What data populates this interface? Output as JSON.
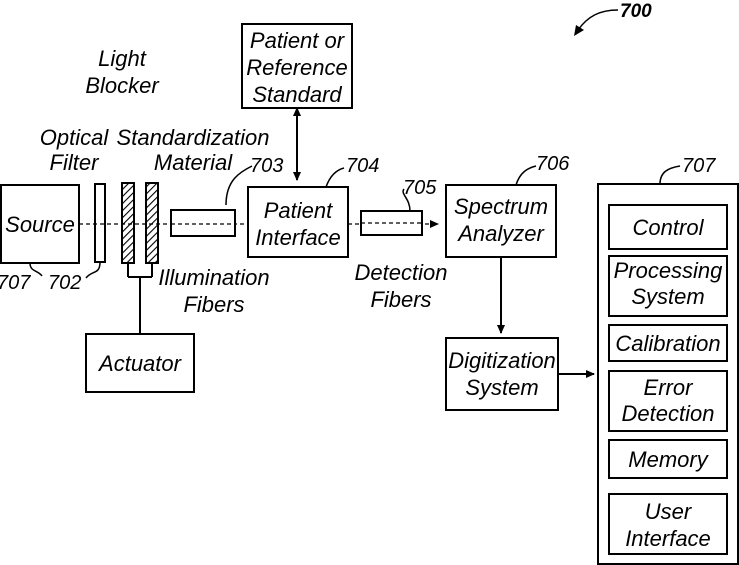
{
  "figure_ref": "700",
  "blocks": {
    "source": {
      "label": "Source",
      "ref": "707"
    },
    "optical_filter": {
      "label_lines": [
        "Optical",
        "Filter"
      ],
      "ref": "702"
    },
    "light_blocker": {
      "label_lines": [
        "Light",
        "Blocker"
      ]
    },
    "standardization_material": {
      "label_lines": [
        "Standardization",
        "Material"
      ],
      "ref": "703"
    },
    "patient_reference": {
      "label_lines": [
        "Patient or",
        "Reference",
        "Standard"
      ]
    },
    "patient_interface": {
      "label_lines": [
        "Patient",
        "Interface"
      ],
      "ref": "704"
    },
    "detection_fibers": {
      "label_lines": [
        "Detection",
        "Fibers"
      ],
      "ref": "705"
    },
    "illumination_fibers": {
      "label_lines": [
        "Illumination",
        "Fibers"
      ]
    },
    "spectrum_analyzer": {
      "label_lines": [
        "Spectrum",
        "Analyzer"
      ],
      "ref": "706"
    },
    "actuator": {
      "label": "Actuator"
    },
    "digitization_system": {
      "label_lines": [
        "Digitization",
        "System"
      ]
    },
    "processor_group": {
      "ref": "707",
      "items": [
        {
          "label_lines": [
            "Control"
          ]
        },
        {
          "label_lines": [
            "Processing",
            "System"
          ]
        },
        {
          "label_lines": [
            "Calibration"
          ]
        },
        {
          "label_lines": [
            "Error",
            "Detection"
          ]
        },
        {
          "label_lines": [
            "Memory"
          ]
        },
        {
          "label_lines": [
            "User",
            "Interface"
          ]
        }
      ]
    }
  }
}
